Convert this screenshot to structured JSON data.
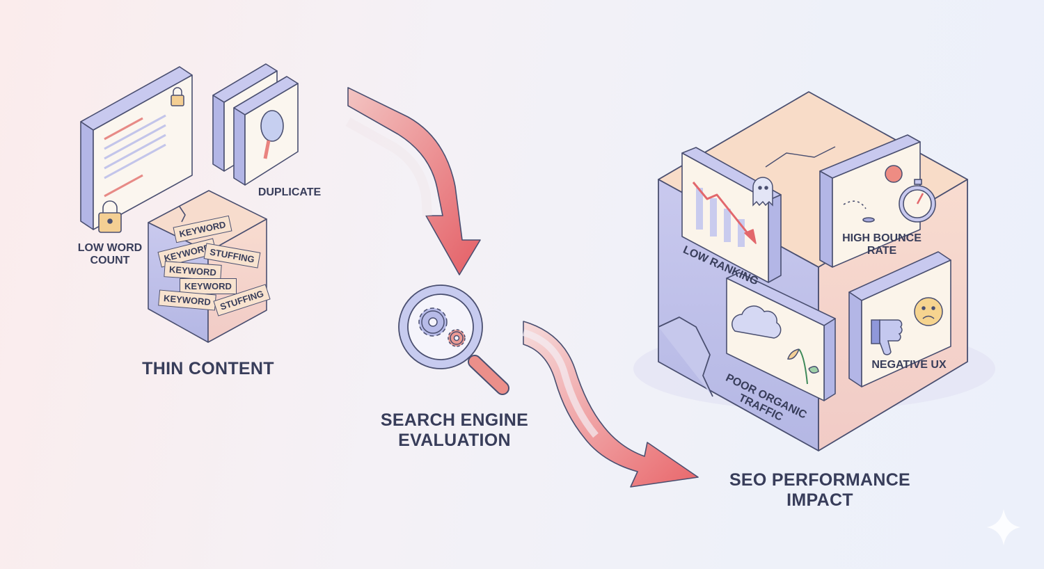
{
  "thin_content": {
    "title": "THIN CONTENT",
    "low_word_count": [
      "LOW WORD",
      "COUNT"
    ],
    "duplicate": "DUPLICATE",
    "keyword_blocks": [
      "KEYWORD",
      "KEYWORD",
      "STUFFING",
      "KEYWORD",
      "KEYWORD",
      "KEYWORD",
      "STUFFING"
    ]
  },
  "evaluation": {
    "title_lines": [
      "SEARCH ENGINE",
      "EVALUATION"
    ]
  },
  "impact": {
    "title_lines": [
      "SEO PERFORMANCE",
      "IMPACT"
    ],
    "low_ranking": "LOW RANKING",
    "high_bounce_rate": [
      "HIGH BOUNCE",
      "RATE"
    ],
    "poor_organic_traffic": [
      "POOR ORGANIC",
      "TRAFFIC"
    ],
    "negative_ux": "NEGATIVE UX"
  },
  "colors": {
    "accent_red": "#e2676c",
    "lavender": "#b9bce8",
    "peach": "#f7d9c4",
    "ink": "#383d5a"
  },
  "icons": [
    "lock-icon",
    "magnifier-icon",
    "gear-icon",
    "ghost-icon",
    "stopwatch-icon",
    "cloud-icon",
    "wilted-plant-icon",
    "thumbs-down-icon",
    "sad-face-icon",
    "sparkle-icon"
  ]
}
